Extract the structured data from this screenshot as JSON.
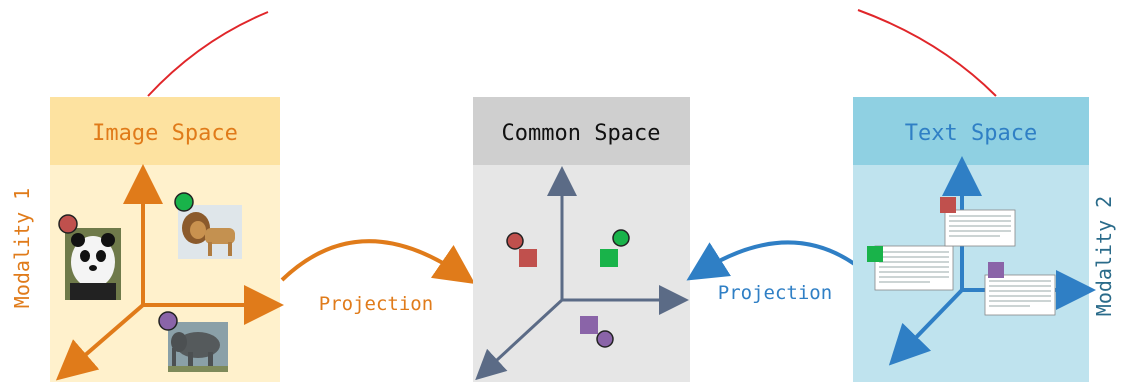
{
  "panels": {
    "image": {
      "title": "Image Space",
      "header_color": "#fde2a0",
      "body_color": "#fff1cc",
      "accent": "#e07b1a"
    },
    "common": {
      "title": "Common Space",
      "header_color": "#cfcfcf",
      "body_color": "#e6e6e6",
      "accent": "#5b6b86"
    },
    "text": {
      "title": "Text Space",
      "header_color": "#8fd0e2",
      "body_color": "#bfe3ee",
      "accent": "#2f7fc5"
    }
  },
  "labels": {
    "modality_1": "Modality 1",
    "modality_2": "Modality 2",
    "projection_left": "Projection",
    "projection_right": "Projection"
  },
  "markers": {
    "red": "#c0504d",
    "green": "#19b34a",
    "purple": "#8a64a8"
  },
  "images": {
    "panda": "panda",
    "lion": "lion",
    "elephant": "elephant"
  }
}
